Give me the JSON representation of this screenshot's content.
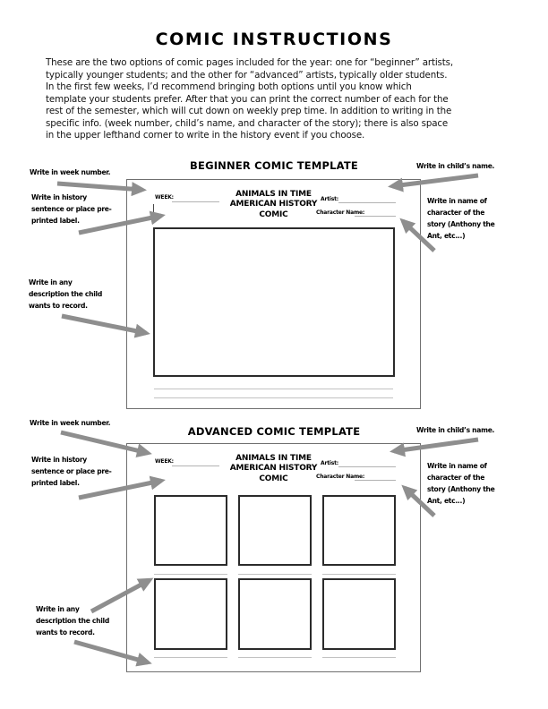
{
  "page": {
    "title": "COMIC INSTRUCTIONS",
    "intro": "These are the two options of comic pages included for the year: one for “beginner” artists,\ntypically younger students; and the other for “advanced” artists, typically older students.\nIn the first few weeks, I’d recommend bringing both options until you know which\ntemplate your students prefer. After that you can print the correct number of each for the\nrest of the semester, which will cut down on weekly prep time. In addition to writing in the\nspecific info. (week number, child’s name, and character of the story); there is also space\nin the upper lefthand corner to write in the history event if you choose."
  },
  "beginner": {
    "heading": "BEGINNER COMIC TEMPLATE"
  },
  "advanced": {
    "heading": "ADVANCED COMIC TEMPLATE"
  },
  "template": {
    "week_label": "WEEK:",
    "artist_label": "Artist:",
    "character_label": "Character Name:",
    "title_lines": [
      "ANIMALS IN TIME",
      "AMERICAN HISTORY",
      "COMIC"
    ]
  },
  "annotations": {
    "week": "Write in week number.",
    "history": "Write in history\nsentence or place pre-\nprinted label.",
    "description": "Write in any\ndescription the child\nwants to record.",
    "child_name": "Write in child’s name.",
    "character": "Write in name of\ncharacter of the\nstory (Anthony the\nAnt, etc...)"
  },
  "colors": {
    "arrow": "#8e8e8e",
    "panel_border": "#2b2b2b",
    "box_border": "#6f6f6f",
    "write_line": "#b2b2b2"
  }
}
